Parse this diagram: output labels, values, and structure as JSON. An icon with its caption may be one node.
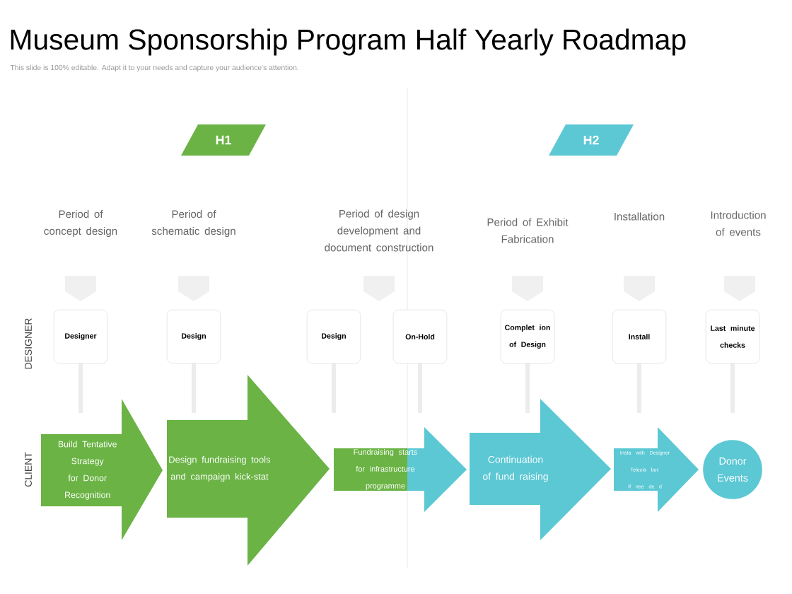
{
  "diagram": {
    "title": "Museum Sponsorship Program Half Yearly Roadmap",
    "nodes": [
      {
        "text": [
          "H1"
        ]
      },
      {
        "text": [
          "H2"
        ]
      },
      {
        "text": [
          "Designer"
        ]
      },
      {
        "text": [
          "Design"
        ]
      },
      {
        "text": [
          "Design"
        ]
      },
      {
        "text": [
          "On-Hold"
        ]
      },
      {
        "text": [
          "Complet ion of Design"
        ]
      },
      {
        "text": [
          "Install"
        ]
      },
      {
        "text": [
          "Last minute checks"
        ]
      },
      {
        "text": [
          "Build Tentative Strategy for Donor Recognition"
        ]
      },
      {
        "text": [
          "Design fundraising tools and campaign kick-stat"
        ]
      },
      {
        "text": [
          "Fundraising starts for infrastructure programme"
        ]
      },
      {
        "text": [
          "Continuation of fund raising"
        ]
      },
      {
        "text": [
          "Insta with Designer Telecia bor. If nee de d"
        ]
      },
      {
        "text": [
          "Donor Events"
        ]
      }
    ],
    "labels": [
      "This slide is 100% editable. Adapt it to your needs and capture your audience's attention.",
      "Period of concept design",
      "Period of schematic design",
      "Period of design development and document construction",
      "Period of Exhibit Fabrication",
      "Installation",
      "Introduction of events",
      "DESIGNER",
      "CLIENT"
    ]
  }
}
